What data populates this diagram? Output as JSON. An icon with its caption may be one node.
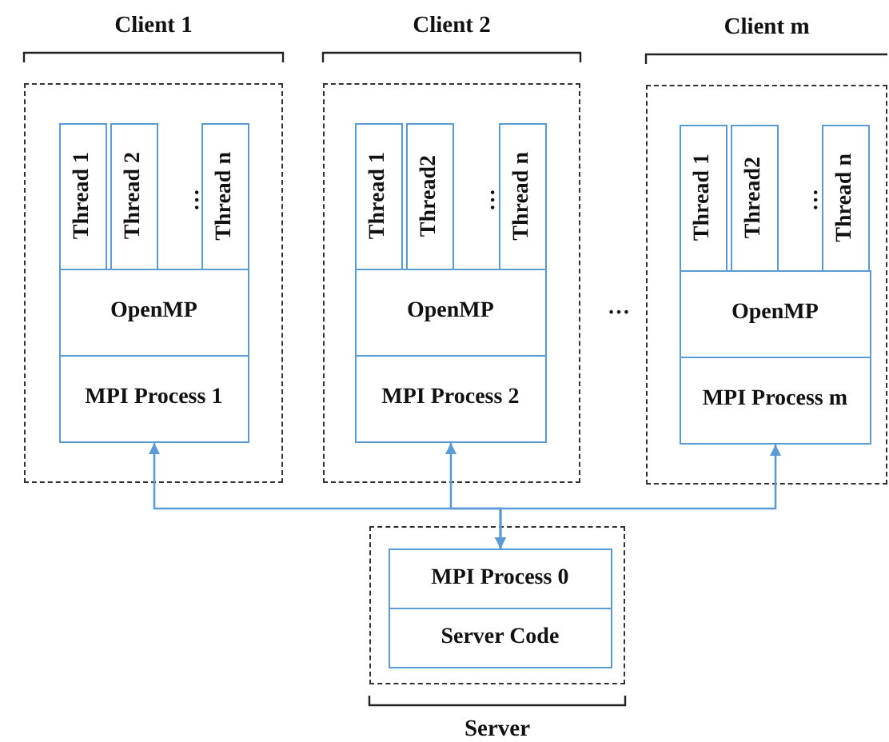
{
  "diagram": {
    "nodes": [
      {
        "text": [
          "Client 1"
        ]
      },
      {
        "text": [
          "Thread 1"
        ],
        "in": 0
      },
      {
        "text": [
          "Thread 2"
        ],
        "in": 0
      },
      {
        "text": [
          "Thread n"
        ],
        "in": 0
      },
      {
        "text": [
          "OpenMP"
        ],
        "in": 0
      },
      {
        "text": [
          "MPI Process 1"
        ],
        "in": 0
      },
      {
        "text": [
          "Client 2"
        ]
      },
      {
        "text": [
          "Thread 1"
        ],
        "in": 6
      },
      {
        "text": [
          "Thread2"
        ],
        "in": 6
      },
      {
        "text": [
          "Thread n"
        ],
        "in": 6
      },
      {
        "text": [
          "OpenMP"
        ],
        "in": 6
      },
      {
        "text": [
          "MPI Process 2"
        ],
        "in": 6
      },
      {
        "text": [
          "Client m"
        ]
      },
      {
        "text": [
          "Thread 1"
        ],
        "in": 12
      },
      {
        "text": [
          "Thread2"
        ],
        "in": 12
      },
      {
        "text": [
          "Thread n"
        ],
        "in": 12
      },
      {
        "text": [
          "OpenMP"
        ],
        "in": 12
      },
      {
        "text": [
          "MPI Process m"
        ],
        "in": 12
      },
      {
        "text": [
          "Server"
        ]
      },
      {
        "text": [
          "MPI Process 0"
        ],
        "in": 18
      },
      {
        "text": [
          "Server Code"
        ],
        "in": 18
      }
    ],
    "edges": [
      {
        "from": 19,
        "to": 5,
        "arrow": "both"
      },
      {
        "from": 19,
        "to": 11,
        "arrow": "both"
      },
      {
        "from": 19,
        "to": 17,
        "arrow": "both"
      }
    ],
    "labels": [
      "…",
      "…",
      "…",
      "…"
    ]
  }
}
